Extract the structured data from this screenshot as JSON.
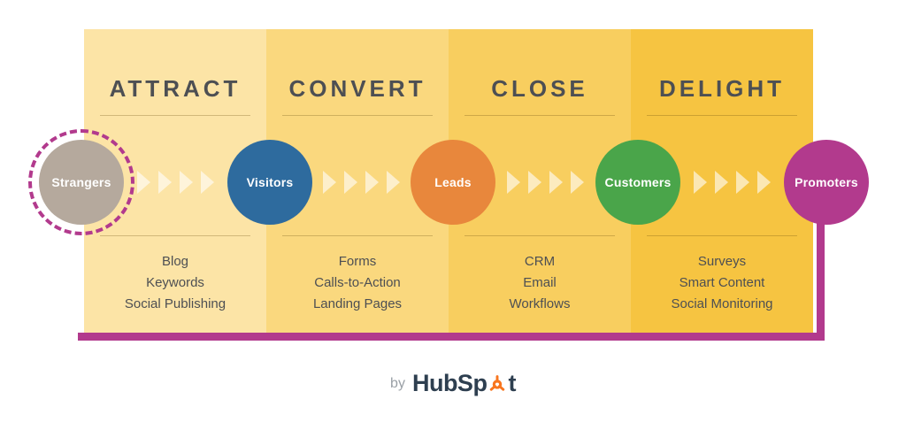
{
  "stages": [
    {
      "title": "ATTRACT",
      "items": [
        "Blog",
        "Keywords",
        "Social Publishing"
      ],
      "panel_color": "#FCE4A6"
    },
    {
      "title": "CONVERT",
      "items": [
        "Forms",
        "Calls-to-Action",
        "Landing Pages"
      ],
      "panel_color": "#FAD87E"
    },
    {
      "title": "CLOSE",
      "items": [
        "CRM",
        "Email",
        "Workflows"
      ],
      "panel_color": "#F8CE5F"
    },
    {
      "title": "DELIGHT",
      "items": [
        "Surveys",
        "Smart Content",
        "Social Monitoring"
      ],
      "panel_color": "#F6C441"
    }
  ],
  "personas": [
    {
      "label": "Strangers",
      "color": "#B5A99D",
      "dashed_ring": true
    },
    {
      "label": "Visitors",
      "color": "#2E6B9E"
    },
    {
      "label": "Leads",
      "color": "#E8873C"
    },
    {
      "label": "Customers",
      "color": "#4AA54A"
    },
    {
      "label": "Promoters",
      "color": "#B23A8D"
    }
  ],
  "footer": {
    "by": "by",
    "brand": "HubSpot",
    "brand_pre": "HubSp",
    "brand_post": "t",
    "logo_color": "#F8761F",
    "text_color": "#2E3F50"
  },
  "accents": {
    "frame_color": "#B23A8D",
    "chevron_color": "rgba(255,255,255,0.6)",
    "heading_color": "#4D4F53"
  }
}
